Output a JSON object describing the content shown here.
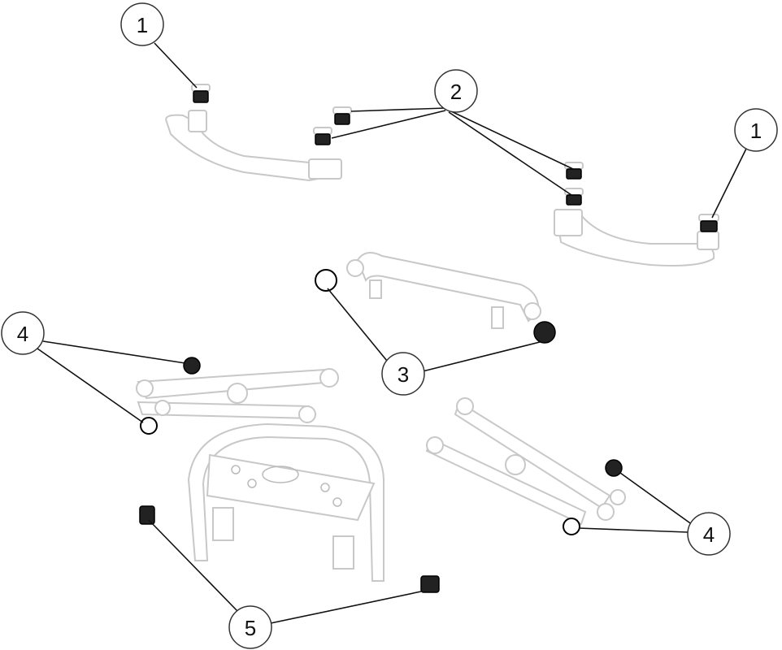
{
  "diagram": {
    "callouts": [
      {
        "id": "c1a",
        "label": "1"
      },
      {
        "id": "c2",
        "label": "2"
      },
      {
        "id": "c1b",
        "label": "1"
      },
      {
        "id": "c4a",
        "label": "4"
      },
      {
        "id": "c3",
        "label": "3"
      },
      {
        "id": "c4b",
        "label": "4"
      },
      {
        "id": "c5",
        "label": "5"
      }
    ],
    "colors": {
      "line": "#111111",
      "part_outline": "#c8c8c8",
      "cap": "#222222"
    }
  }
}
